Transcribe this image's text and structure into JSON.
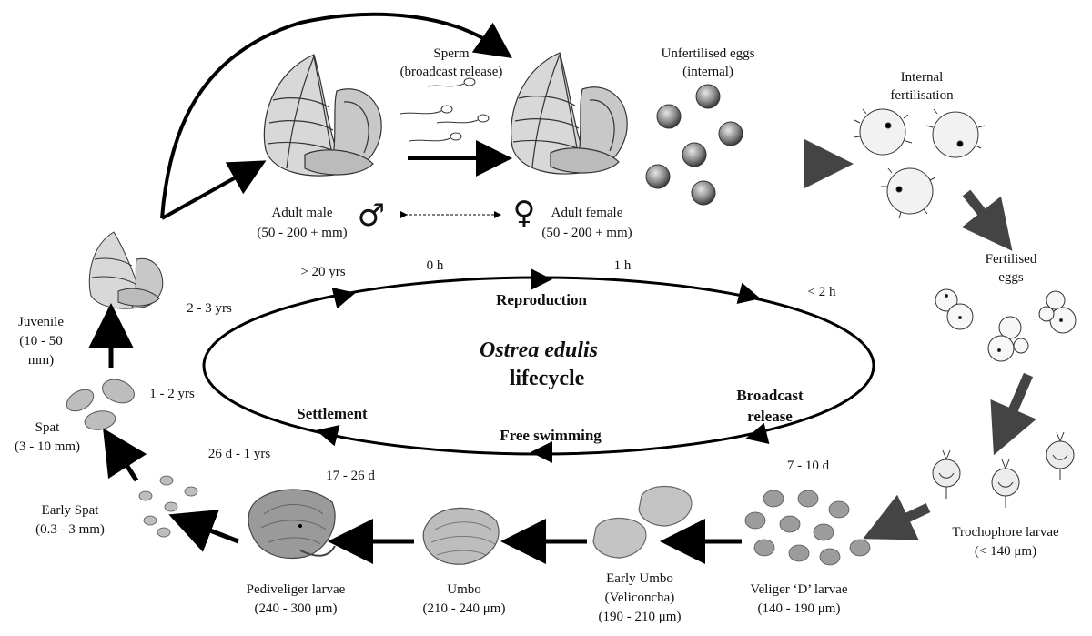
{
  "title_line1": "Ostrea edulis",
  "title_line2": "lifecycle",
  "phases": {
    "reproduction": "Reproduction",
    "broadcast_line1": "Broadcast",
    "broadcast_line2": "release",
    "free_swimming": "Free swimming",
    "settlement": "Settlement"
  },
  "times": {
    "t_20yrs": "> 20 yrs",
    "t_0h": "0 h",
    "t_1h": "1 h",
    "t_2h": "< 2 h",
    "t_2_3yrs": "2 - 3 yrs",
    "t_1_2yrs": "1 - 2 yrs",
    "t_26d_1yrs": "26 d - 1 yrs",
    "t_17_26d": "17 - 26 d",
    "t_7_10d": "7 - 10 d"
  },
  "symbols": {
    "male": "♂",
    "female": "♀"
  },
  "stages": {
    "sperm": [
      "Sperm",
      "(broadcast release)"
    ],
    "unfertilised": [
      "Unfertilised eggs",
      "(internal)"
    ],
    "internal_fert": [
      "Internal",
      "fertilisation"
    ],
    "fertilised": [
      "Fertilised",
      "eggs"
    ],
    "adult_male": [
      "Adult male",
      "(50 - 200 + mm)"
    ],
    "adult_female": [
      "Adult female",
      "(50 - 200 + mm)"
    ],
    "juvenile": [
      "Juvenile",
      "(10 - 50",
      "mm)"
    ],
    "spat": [
      "Spat",
      "(3 - 10 mm)"
    ],
    "early_spat": [
      "Early Spat",
      "(0.3 - 3 mm)"
    ],
    "pediveliger": [
      "Pediveliger larvae",
      "(240 - 300 μm)"
    ],
    "umbo": [
      "Umbo",
      "(210 - 240 μm)"
    ],
    "early_umbo": [
      "Early Umbo",
      "(Veliconcha)",
      "(190 - 210 μm)"
    ],
    "veliger": [
      "Veliger ‘D’ larvae",
      "(140 - 190 μm)"
    ],
    "trochophore": [
      "Trochophore larvae",
      "(< 140 μm)"
    ]
  }
}
